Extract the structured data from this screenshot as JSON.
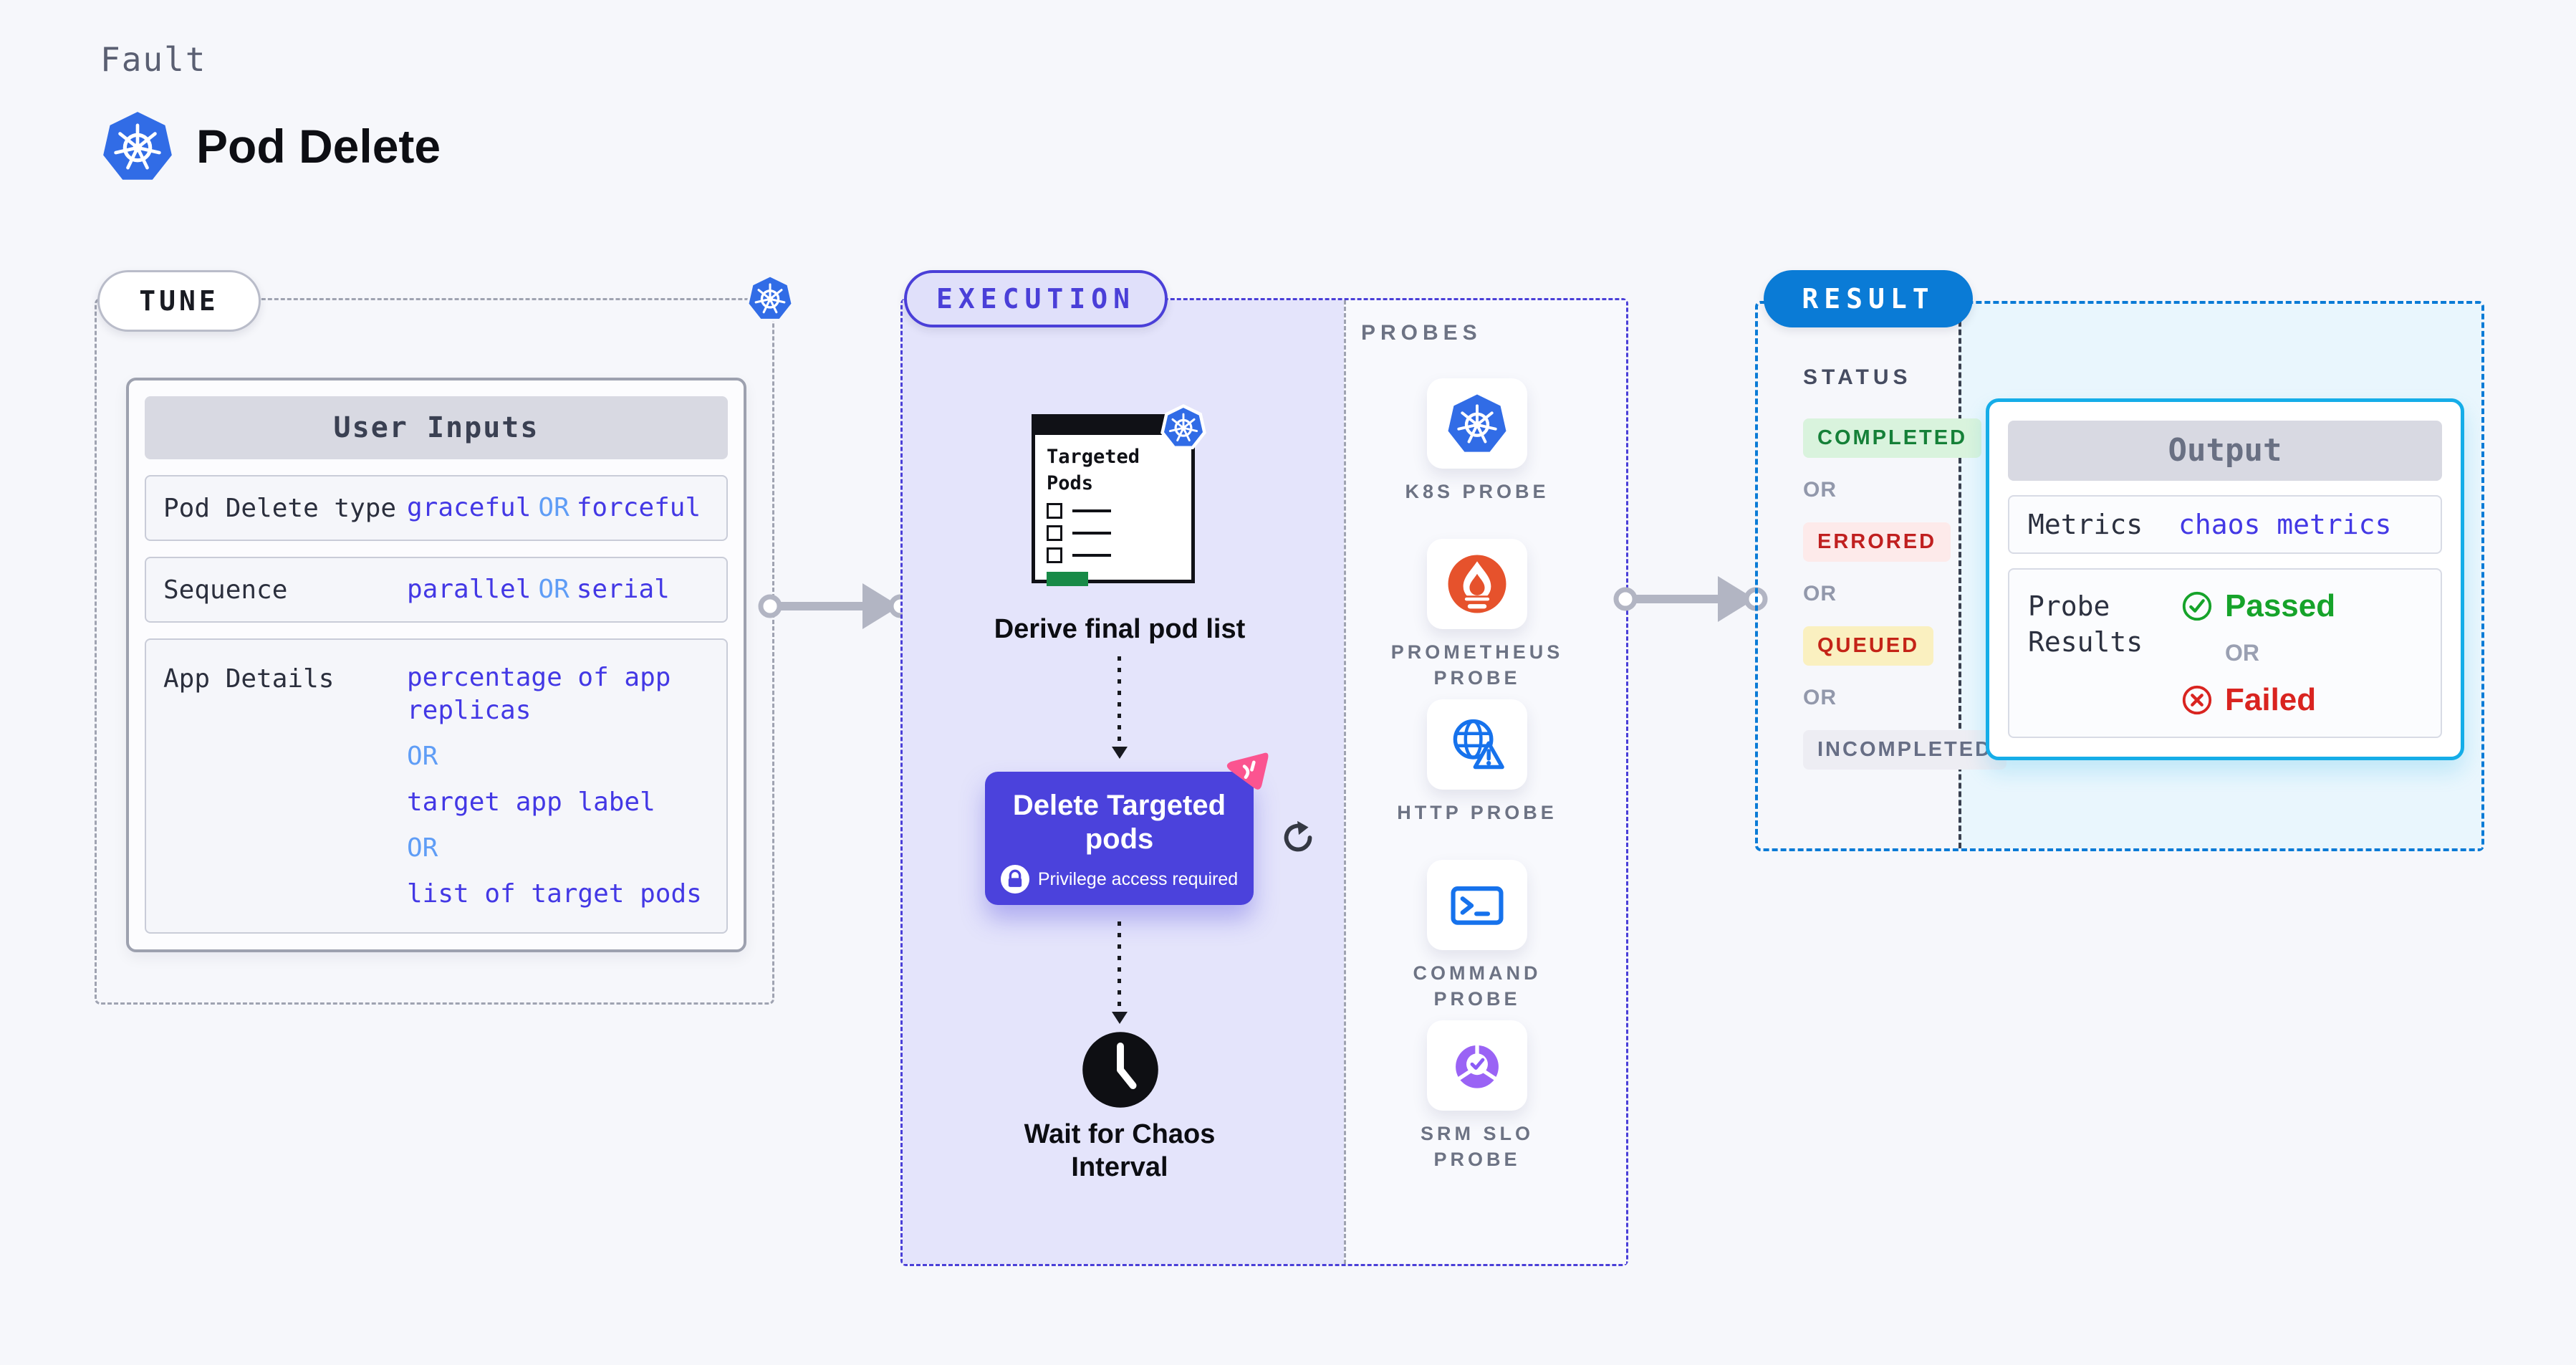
{
  "header": {
    "eyebrow": "Fault",
    "title": "Pod Delete"
  },
  "tune": {
    "badge": "TUNE",
    "user_inputs": {
      "title": "User Inputs",
      "rows": [
        {
          "label": "Pod Delete type",
          "value1": "graceful",
          "or": "OR",
          "value2": "forceful"
        },
        {
          "label": "Sequence",
          "value1": "parallel",
          "or": "OR",
          "value2": "serial"
        },
        {
          "label": "App Details",
          "or": "OR",
          "options": [
            "percentage of app replicas",
            "target app label",
            "list of target pods"
          ]
        }
      ]
    }
  },
  "execution": {
    "badge": "EXECUTION",
    "targeted_pods_label": "Targeted Pods",
    "derive_step": "Derive final pod list",
    "delete_step": {
      "title": "Delete Targeted pods",
      "note": "Privilege access required"
    },
    "wait_step": "Wait for Chaos Interval"
  },
  "probes": {
    "title": "PROBES",
    "items": [
      {
        "label": "K8S PROBE",
        "icon": "kubernetes-icon"
      },
      {
        "label": "PROMETHEUS PROBE",
        "icon": "prometheus-icon"
      },
      {
        "label": "HTTP PROBE",
        "icon": "http-globe-warning-icon"
      },
      {
        "label": "COMMAND PROBE",
        "icon": "terminal-icon"
      },
      {
        "label": "SRM SLO PROBE",
        "icon": "slo-pie-check-icon"
      }
    ]
  },
  "result": {
    "badge": "RESULT",
    "status_title": "STATUS",
    "or_label": "OR",
    "statuses": [
      {
        "label": "COMPLETED",
        "kind": "completed"
      },
      {
        "label": "ERRORED",
        "kind": "errored"
      },
      {
        "label": "QUEUED",
        "kind": "queued"
      },
      {
        "label": "INCOMPLETED",
        "kind": "incompleted"
      }
    ],
    "output": {
      "title": "Output",
      "metrics_label": "Metrics",
      "metrics_value": "chaos metrics",
      "probe_results_label": "Probe Results",
      "passed_label": "Passed",
      "or_label": "OR",
      "failed_label": "Failed"
    }
  },
  "colors": {
    "canvas": "#f6f7fb",
    "indigo_accent": "#4a3fd8",
    "execution_fill": "#e4e4fb",
    "result_blue": "#0a7bd6",
    "output_border": "#15ade8",
    "value_blue": "#4338e5",
    "or_light_blue": "#5f9df6",
    "passed_green": "#16a32a",
    "failed_red": "#d92420",
    "k8s_blue": "#316ce6",
    "prometheus_orange": "#e6522c",
    "probe_icon_blue": "#1672ec",
    "srm_purple": "#8b5cf6",
    "chaos_pink": "#fb5490",
    "delete_card_purple": "#4b42dc",
    "success_bar_green": "#188a47"
  }
}
